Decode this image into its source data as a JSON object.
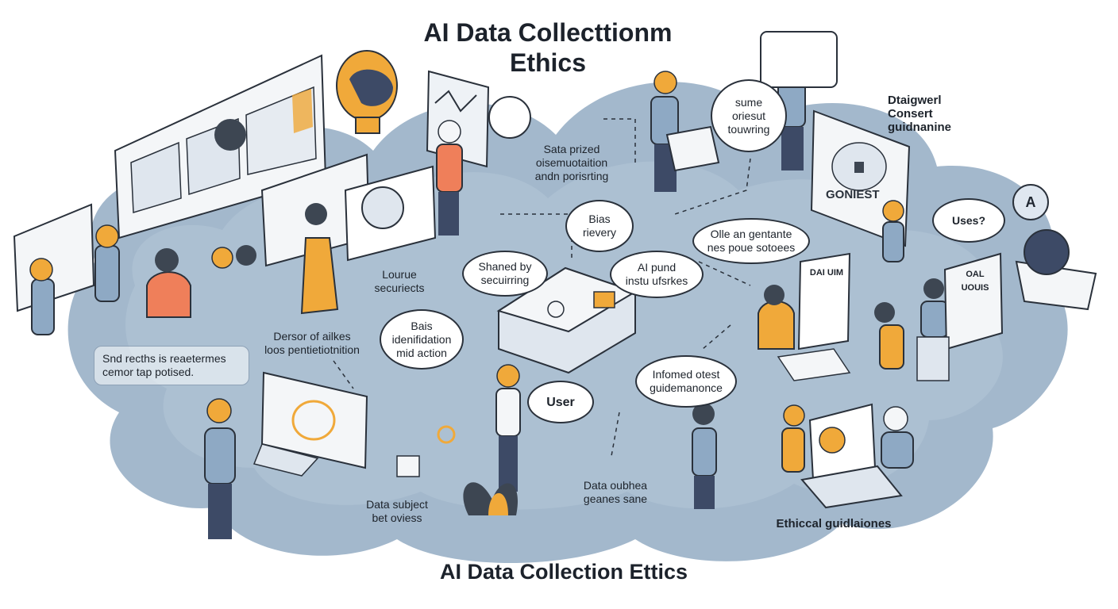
{
  "title_top": "AI Data Collecttionm\nEthics",
  "title_bottom": "AI Data Collection Ettics",
  "labels": {
    "sata_prized": "Sata prized\noisemuotaition\nandn porisrting",
    "sume_oriesut": "sume\noriesut\ntouwring",
    "dtaigwerl": "Dtaigwerl\nConsert\nguidnanine",
    "bias_rievery": "Bias\nrievery",
    "olle_an": "Olle an gentante\nnes poue sotoees",
    "uses": "Uses?",
    "lourue": "Lourue\nsecuriects",
    "shaned_by": "Shaned by\nsecuirring",
    "ai_pund": "AI pund\ninstu ufsrkes",
    "dersor": "Dersor of ailkes\nloos pentietiotnition",
    "bais_identifiation": "Bais\nidenifidation\nmid action",
    "snd_recths": "Snd recths is reaetermes\ncemor tap potised.",
    "infomed": "Infomed otest\nguidemanonce",
    "user": "User",
    "data_subject": "Data subject\nbet oviess",
    "data_oubhea": "Data oubhea\ngeanes sane",
    "ethical_guidelines": "Ethiccal guidlaiones",
    "badge": "A",
    "consent_sign": "GONIEST",
    "form_heading": "DAI UIM",
    "board_heading": "OAL UOUIS"
  },
  "colors": {
    "cloud": "#9fb4c9",
    "cloud_dark": "#7f97b0",
    "accent_orange": "#f0a93a",
    "accent_coral": "#ef7f5a",
    "ink": "#2a313b",
    "shirt_blue": "#8ea9c4"
  }
}
